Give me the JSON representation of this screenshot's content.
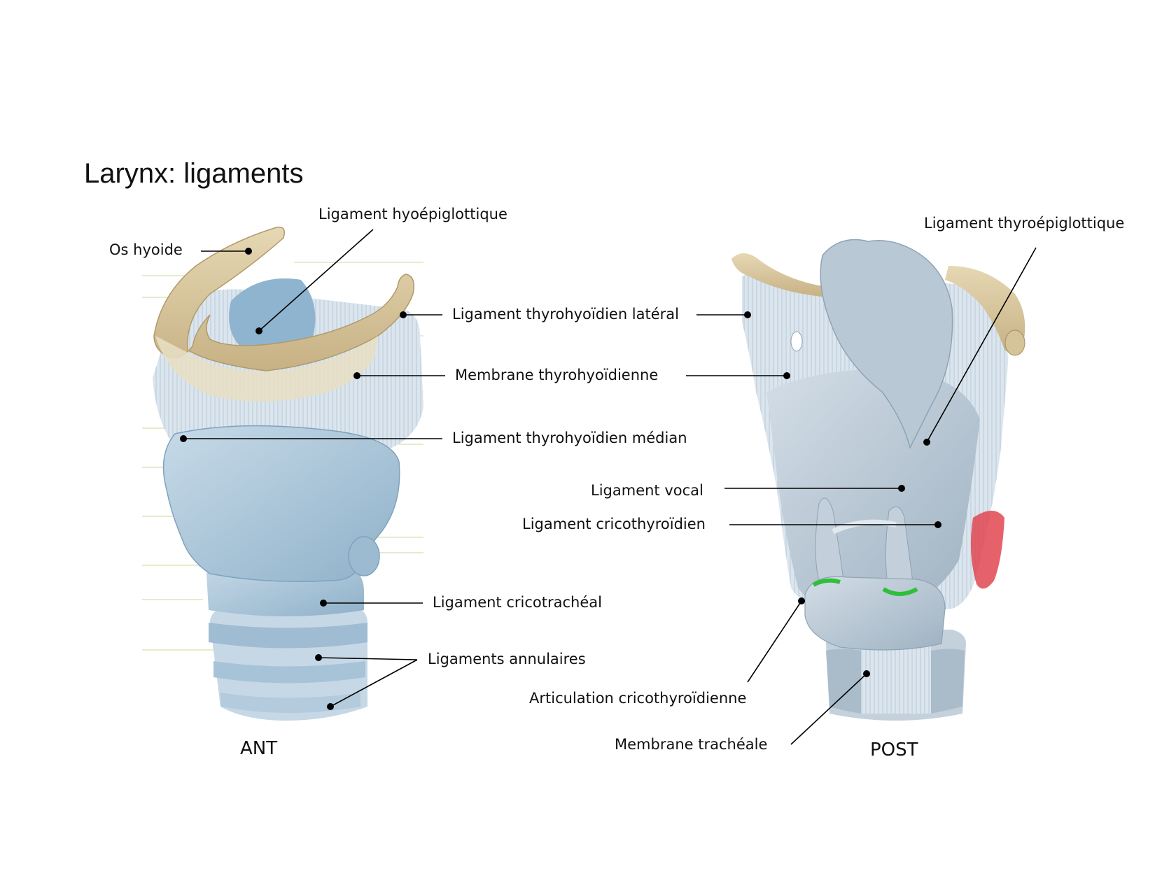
{
  "title": "Larynx: ligaments",
  "views": {
    "anterior": "ANT",
    "posterior": "POST"
  },
  "labels": {
    "os_hyoide": "Os hyoide",
    "lig_hyoepiglottique": "Ligament hyoépiglottique",
    "lig_thyrohyoidien_lateral": "Ligament thyrohyoïdien latéral",
    "membrane_thyrohyoidienne": "Membrane thyrohyoïdienne",
    "lig_thyrohyoidien_median": "Ligament thyrohyoïdien médian",
    "lig_cricotracheal": "Ligament cricotrachéal",
    "lig_annulaires": "Ligaments annulaires",
    "lig_thyroepiglottique": "Ligament thyroépiglottique",
    "lig_vocal": "Ligament vocal",
    "lig_cricothyroidien": "Ligament cricothyroïdien",
    "articulation_cricothyroidienne": "Articulation cricothyroïdienne",
    "membrane_tracheale": "Membrane trachéale"
  },
  "colors": {
    "cartilage": "#aac4d6",
    "ligament": "#c9d9e6",
    "bone": "#d8c79e",
    "joint_green": "#2fbf3a",
    "muscle_red": "#e04650",
    "leader_line": "#000000"
  }
}
